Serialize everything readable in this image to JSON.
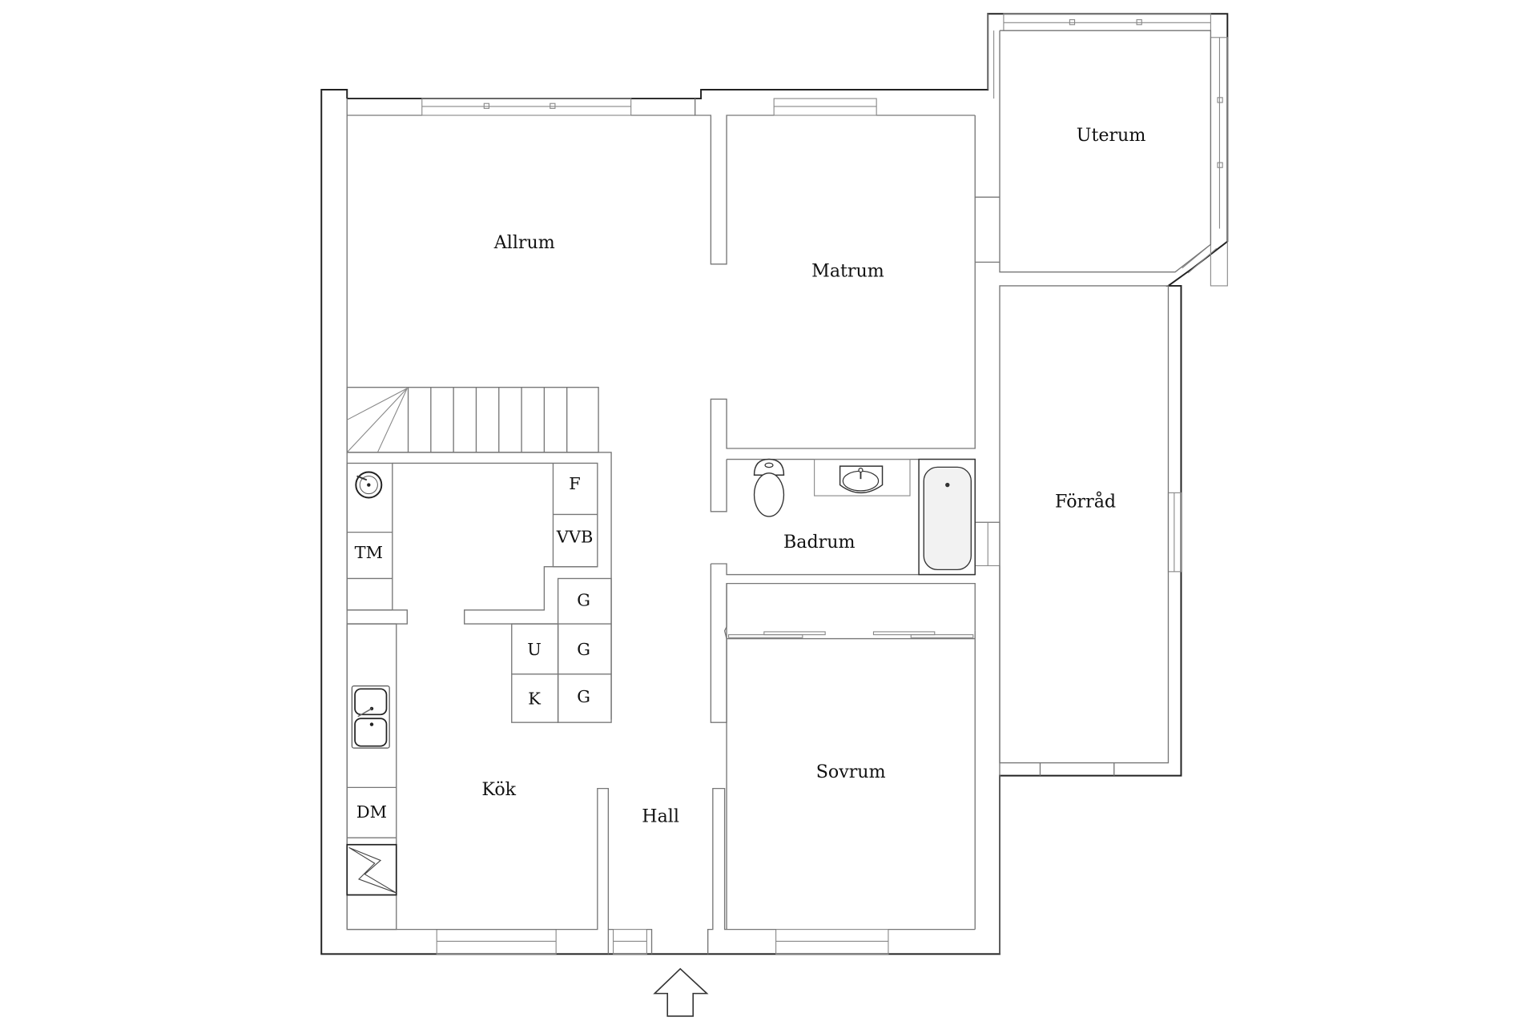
{
  "plan": {
    "rooms": {
      "allrum": "Allrum",
      "matrum": "Matrum",
      "uterum": "Uterum",
      "forrad": "Förråd",
      "badrum": "Badrum",
      "sovrum": "Sovrum",
      "kok": "Kök",
      "hall": "Hall"
    },
    "appliances": {
      "fridge": "F",
      "water_heater": "VVB",
      "washer": "TM",
      "dishwasher": "DM",
      "cabinet_1": "G",
      "cabinet_2": "G",
      "cabinet_3": "G",
      "oven": "U",
      "cooktop": "K"
    },
    "icons": {
      "entrance": "entrance-arrow-icon",
      "stairs": "staircase-icon",
      "kitchen_sink": "double-sink-icon",
      "washbasin": "washbasin-icon",
      "toilet": "toilet-icon",
      "bathtub": "bathtub-icon",
      "chimney": "chimney-icon",
      "round_sink": "round-sink-icon"
    },
    "colors": {
      "outer_wall": "#222222",
      "inner_wall": "#777777",
      "background": "#ffffff"
    }
  }
}
